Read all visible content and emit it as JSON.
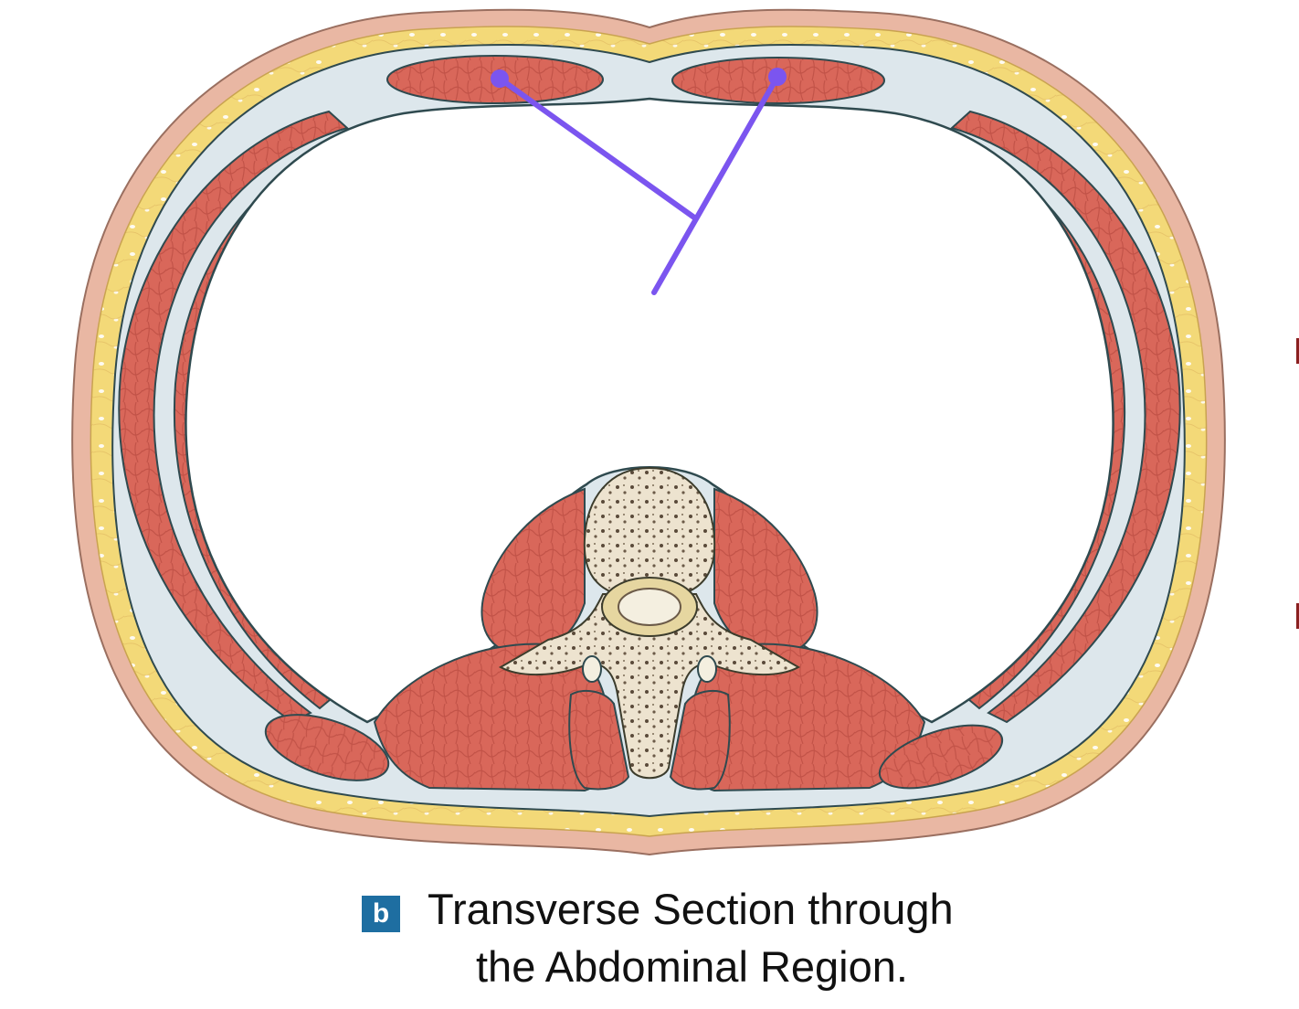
{
  "figure": {
    "panel_letter": "b",
    "caption_line1": "Transverse Section through",
    "caption_line2": "the Abdominal Region."
  },
  "colors": {
    "skin": "#e9b7a3",
    "fat": "#f3d978",
    "fascia": "#dde7ec",
    "muscle": "#d9675a",
    "muscle_dark": "#c4534a",
    "bone": "#ede3cf",
    "outline": "#2f4a4f",
    "pointer": "#7b55ef",
    "badge": "#1e6ea1"
  }
}
